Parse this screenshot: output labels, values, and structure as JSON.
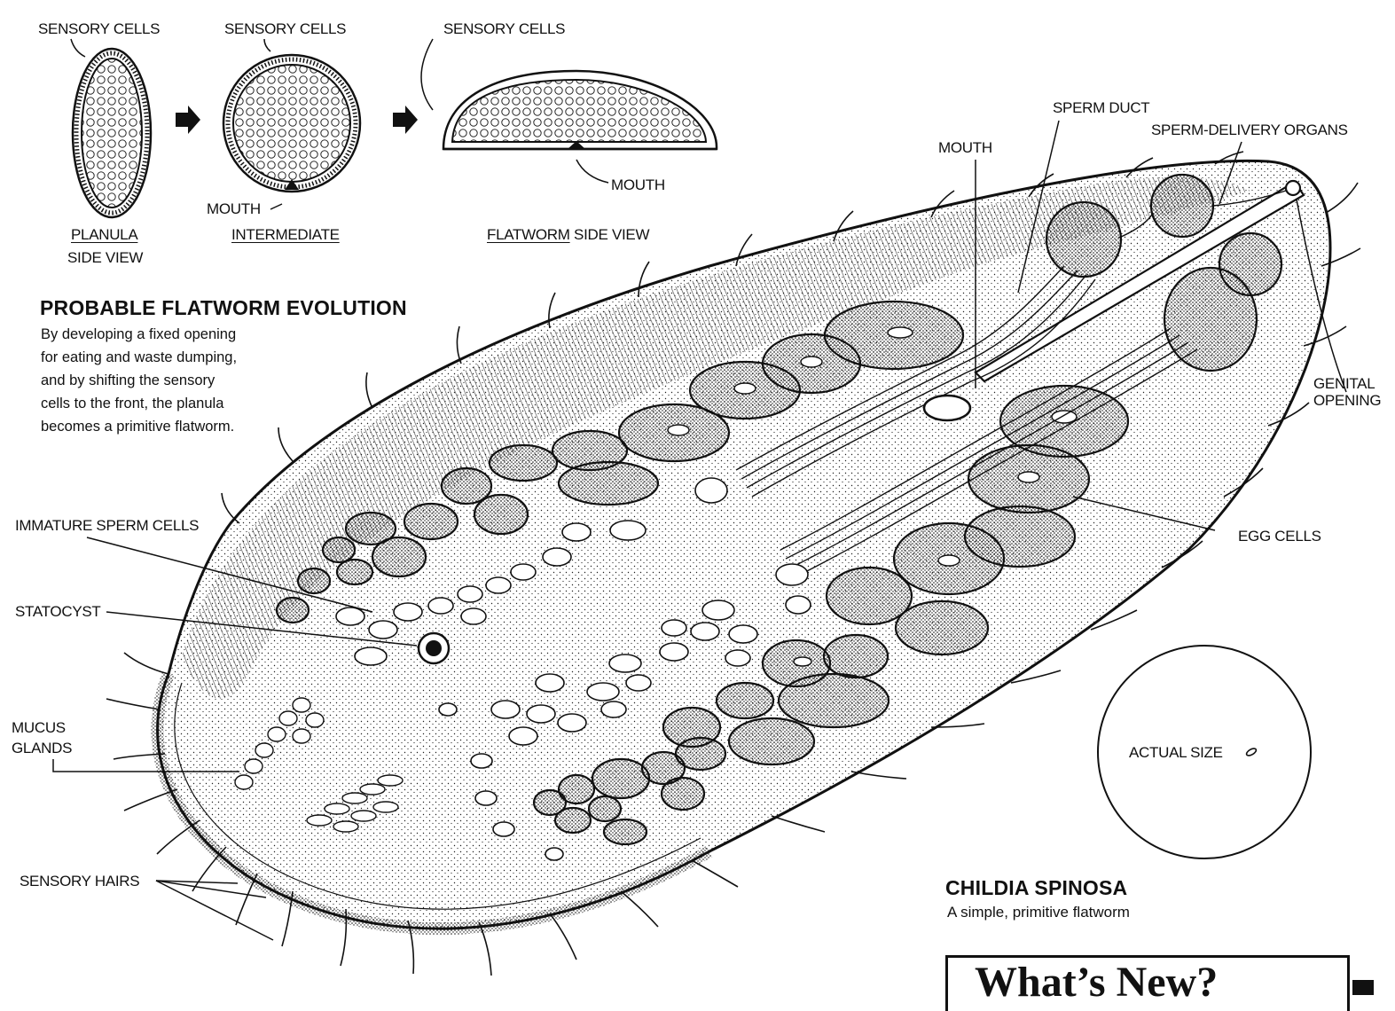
{
  "evolution": {
    "planula": {
      "sensory_cells": "SENSORY CELLS",
      "name": "PLANULA",
      "view": "SIDE VIEW"
    },
    "intermediate": {
      "sensory_cells": "SENSORY CELLS",
      "mouth": "MOUTH",
      "name": "INTERMEDIATE"
    },
    "flatworm": {
      "sensory_cells": "SENSORY CELLS",
      "mouth": "MOUTH",
      "name": "FLATWORM",
      "view": "SIDE VIEW"
    }
  },
  "evolution_heading": "PROBABLE FLATWORM EVOLUTION",
  "evolution_text": [
    "By developing a fixed opening",
    "for eating and waste dumping,",
    "and by shifting the sensory",
    "cells to the front, the planula",
    "becomes a primitive flatworm."
  ],
  "labels": {
    "mouth": "MOUTH",
    "sperm_duct": "SPERM DUCT",
    "sperm_delivery_organs": "SPERM-DELIVERY ORGANS",
    "genital_opening_1": "GENITAL",
    "genital_opening_2": "OPENING",
    "egg_cells": "EGG CELLS",
    "immature_sperm_cells": "IMMATURE SPERM CELLS",
    "statocyst": "STATOCYST",
    "mucus_glands_1": "MUCUS",
    "mucus_glands_2": "GLANDS",
    "sensory_hairs": "SENSORY HAIRS",
    "actual_size": "ACTUAL SIZE"
  },
  "species": {
    "name": "CHILDIA SPINOSA",
    "description": "A simple, primitive flatworm"
  },
  "banner": {
    "title": "What’s New?"
  },
  "colors": {
    "ink": "#111111",
    "paper": "#ffffff"
  }
}
